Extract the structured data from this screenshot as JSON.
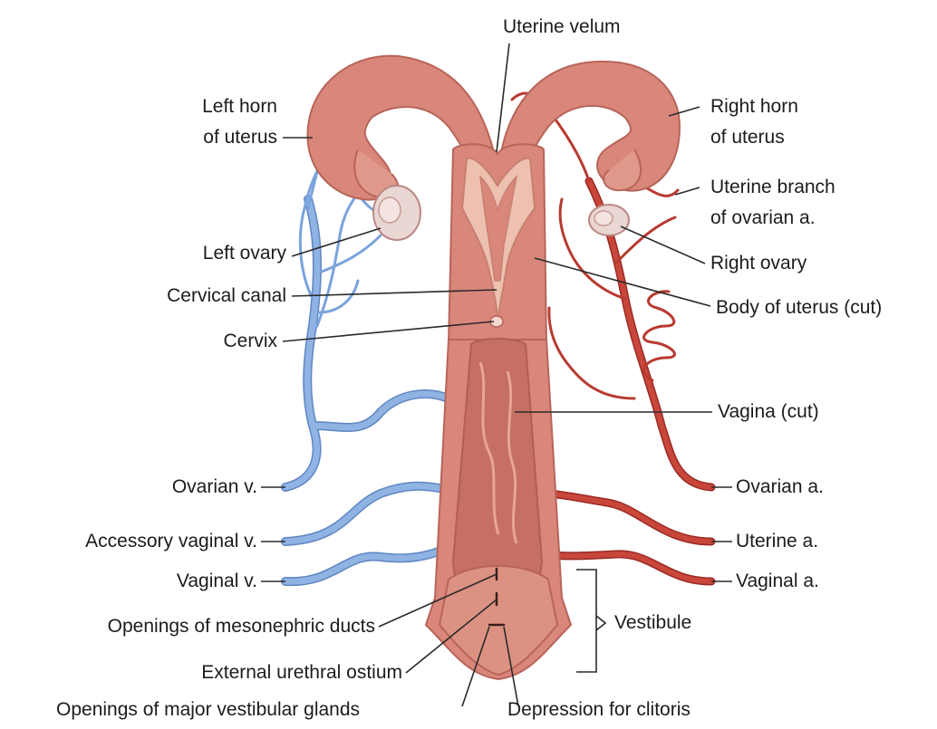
{
  "labels": {
    "uterine_velum": "Uterine velum",
    "left_horn_line1": "Left horn",
    "left_horn_line2": "of uterus",
    "right_horn_line1": "Right horn",
    "right_horn_line2": "of uterus",
    "uterine_branch_line1": "Uterine branch",
    "uterine_branch_line2": "of ovarian a.",
    "left_ovary": "Left ovary",
    "right_ovary": "Right ovary",
    "cervical_canal": "Cervical canal",
    "body_of_uterus": "Body of uterus (cut)",
    "cervix": "Cervix",
    "vagina": "Vagina (cut)",
    "ovarian_v": "Ovarian v.",
    "ovarian_a": "Ovarian a.",
    "accessory_vaginal_v": "Accessory vaginal v.",
    "uterine_a": "Uterine a.",
    "vaginal_v": "Vaginal v.",
    "vaginal_a": "Vaginal a.",
    "vestibule": "Vestibule",
    "mesonephric_ducts": "Openings of mesonephric ducts",
    "external_urethral_ostium": "External urethral ostium",
    "major_vestibular_glands": "Openings of major vestibular glands",
    "depression_for_clitoris": "Depression for clitoris"
  },
  "colors": {
    "tissue": "#d9877a",
    "tissue_dark": "#b8645a",
    "mucosa": "#e9b4a4",
    "vein": "#8fb3e3",
    "vein_outline": "#5f86c2",
    "artery": "#c9463b",
    "artery_outline": "#9a2a22",
    "leader_line": "#2a2a2a"
  }
}
